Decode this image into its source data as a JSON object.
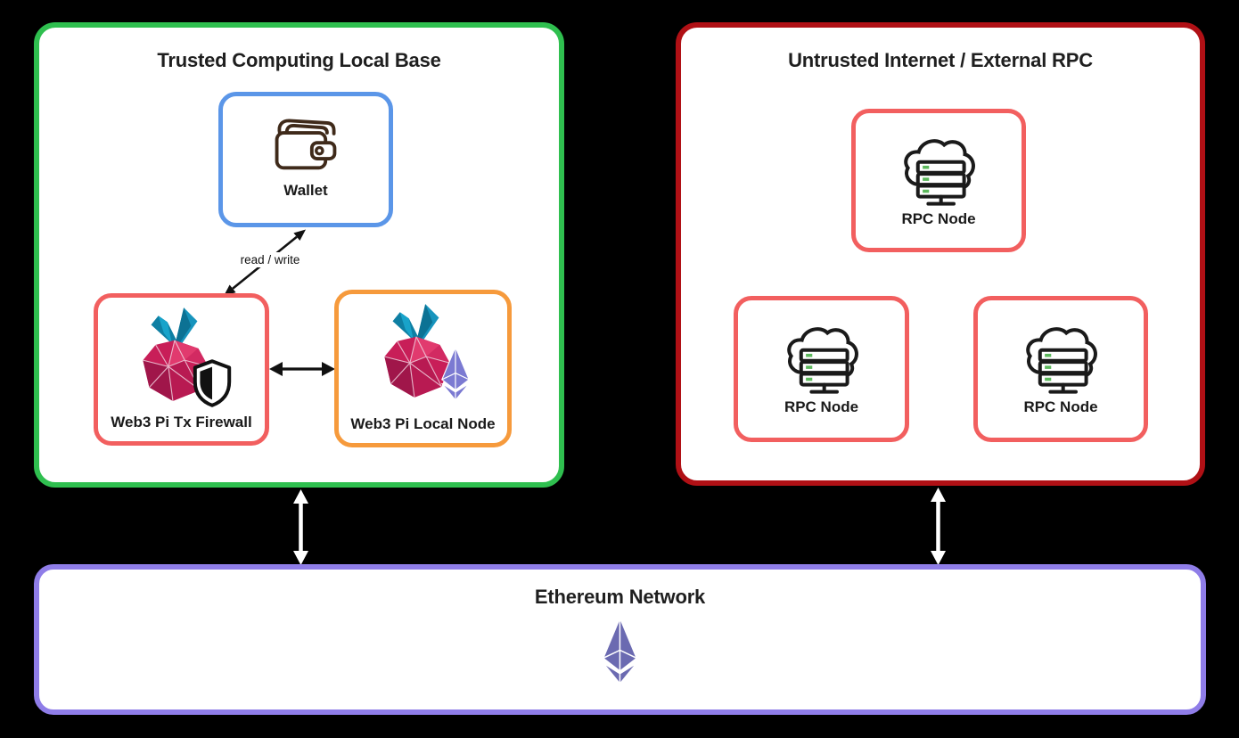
{
  "diagram": {
    "trusted_zone": {
      "title": "Trusted Computing Local Base",
      "wallet_label": "Wallet",
      "firewall_label": "Web3 Pi Tx Firewall",
      "local_node_label": "Web3 Pi Local Node",
      "read_write_label": "read / write"
    },
    "untrusted_zone": {
      "title": "Untrusted Internet / External RPC",
      "rpc_labels": [
        "RPC Node",
        "RPC Node",
        "RPC Node"
      ]
    },
    "ethereum_zone": {
      "title": "Ethereum Network"
    },
    "edges": [
      {
        "from": "wallet",
        "to": "web3-pi-tx-firewall",
        "label": "read / write",
        "style": "black double-headed arrow"
      },
      {
        "from": "web3-pi-tx-firewall",
        "to": "web3-pi-local-node",
        "label": "",
        "style": "black double-headed arrow"
      },
      {
        "from": "trusted-zone",
        "to": "ethereum-network",
        "label": "",
        "style": "white double-headed arrow"
      },
      {
        "from": "untrusted-zone",
        "to": "ethereum-network",
        "label": "",
        "style": "white double-headed arrow"
      }
    ],
    "icons": {
      "wallet": "wallet-icon",
      "firewall": "raspberry-pi-icon + shield-icon",
      "local_node": "raspberry-pi-icon + ethereum-icon",
      "rpc_node": "cloud-server-icon",
      "ethereum_network": "ethereum-logo-icon"
    },
    "colors": {
      "background": "#000000",
      "trusted_zone_border": "#2fbf4f",
      "untrusted_zone_border": "#b01015",
      "ethereum_zone_border": "#8f7de8",
      "wallet_border": "#5b96e8",
      "firewall_border": "#f25f5f",
      "rpc_border": "#f25f5f",
      "local_node_border": "#f69a3c",
      "ethereum_logo": "#6b6ab1",
      "pi_berry": "#c81e58",
      "pi_leaf": "#1794bd",
      "server_led": "#5cb85c",
      "wallet_icon_stroke": "#3f2a1a",
      "dark_arrow": "#111111",
      "light_arrow": "#ffffff"
    }
  }
}
